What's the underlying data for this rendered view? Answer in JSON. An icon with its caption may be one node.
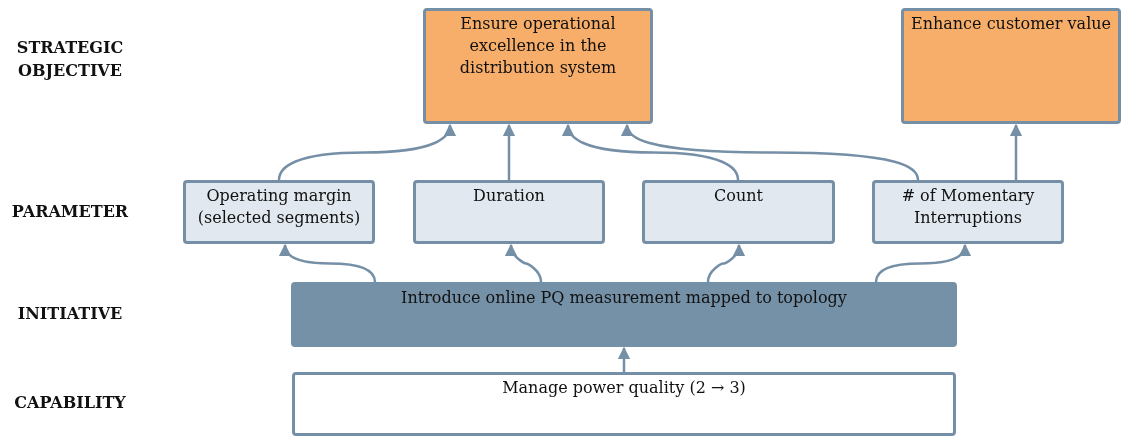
{
  "diagram": {
    "nodes": [
      {
        "text": [
          "Ensure operational excellence in the distribution system"
        ]
      },
      {
        "text": [
          "Enhance customer value"
        ]
      },
      {
        "text": [
          "Operating margin (selected segments)"
        ]
      },
      {
        "text": [
          "Duration"
        ]
      },
      {
        "text": [
          "Count"
        ]
      },
      {
        "text": [
          "# of Momentary Interruptions"
        ]
      },
      {
        "text": [
          "Introduce online PQ measurement mapped to topology"
        ]
      },
      {
        "text": [
          "Manage power quality (2 → 3)"
        ]
      }
    ],
    "edges": [
      {
        "from": 2,
        "to": 0,
        "arrow": "to"
      },
      {
        "from": 3,
        "to": 0,
        "arrow": "to"
      },
      {
        "from": 4,
        "to": 0,
        "arrow": "to"
      },
      {
        "from": 5,
        "to": 0,
        "arrow": "to"
      },
      {
        "from": 5,
        "to": 1,
        "arrow": "to"
      },
      {
        "from": 6,
        "to": 2,
        "arrow": "to"
      },
      {
        "from": 6,
        "to": 3,
        "arrow": "to"
      },
      {
        "from": 6,
        "to": 4,
        "arrow": "to"
      },
      {
        "from": 6,
        "to": 5,
        "arrow": "to"
      },
      {
        "from": 7,
        "to": 6,
        "arrow": "to"
      }
    ],
    "labels": [
      "STRATEGIC OBJECTIVE",
      "PARAMETER",
      "INITIATIVE",
      "CAPABILITY"
    ]
  }
}
